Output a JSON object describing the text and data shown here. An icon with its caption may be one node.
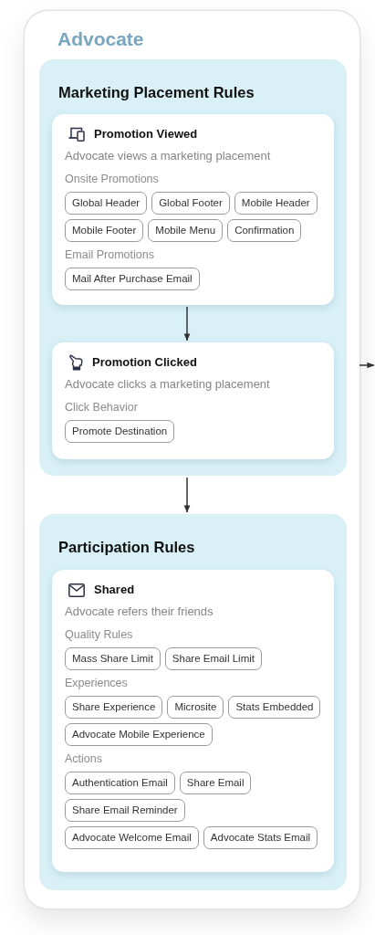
{
  "diagram": {
    "nodes": [
      {
        "text": [
          "Advocate"
        ]
      },
      {
        "text": [
          "Marketing Placement Rules"
        ],
        "in": 0
      },
      {
        "text": [
          "Promotion Viewed",
          "Advocate views a marketing placement",
          "Onsite Promotions",
          "Email Promotions"
        ],
        "in": 1
      },
      {
        "text": [
          "Global Header"
        ],
        "in": 2
      },
      {
        "text": [
          "Global Footer"
        ],
        "in": 2
      },
      {
        "text": [
          "Mobile Header"
        ],
        "in": 2
      },
      {
        "text": [
          "Mobile Footer"
        ],
        "in": 2
      },
      {
        "text": [
          "Mobile Menu"
        ],
        "in": 2
      },
      {
        "text": [
          "Confirmation"
        ],
        "in": 2
      },
      {
        "text": [
          "Mail After Purchase Email"
        ],
        "in": 2
      },
      {
        "text": [
          "Promotion Clicked",
          "Advocate clicks a marketing placement",
          "Click Behavior"
        ],
        "in": 1
      },
      {
        "text": [
          "Promote Destination"
        ],
        "in": 10
      },
      {
        "text": [
          "Participation Rules"
        ],
        "in": 0
      },
      {
        "text": [
          "Shared",
          "Advocate refers their friends",
          "Quality Rules",
          "Experiences",
          "Actions"
        ],
        "in": 12
      },
      {
        "text": [
          "Mass Share Limit"
        ],
        "in": 13
      },
      {
        "text": [
          "Share Email Limit"
        ],
        "in": 13
      },
      {
        "text": [
          "Share Experience"
        ],
        "in": 13
      },
      {
        "text": [
          "Microsite"
        ],
        "in": 13
      },
      {
        "text": [
          "Stats Embedded"
        ],
        "in": 13
      },
      {
        "text": [
          "Advocate Mobile Experience"
        ],
        "in": 13
      },
      {
        "text": [
          "Authentication Email"
        ],
        "in": 13
      },
      {
        "text": [
          "Share Email"
        ],
        "in": 13
      },
      {
        "text": [
          "Share Email Reminder"
        ],
        "in": 13
      },
      {
        "text": [
          "Advocate Welcome Email"
        ],
        "in": 13
      },
      {
        "text": [
          "Advocate Stats Email"
        ],
        "in": 13
      }
    ],
    "edges": [
      {
        "from": 2,
        "to": 10,
        "arrow": "to"
      },
      {
        "from": 1,
        "to": 12,
        "arrow": "to"
      },
      {
        "from": 0,
        "to": null,
        "arrow": "to"
      }
    ]
  }
}
